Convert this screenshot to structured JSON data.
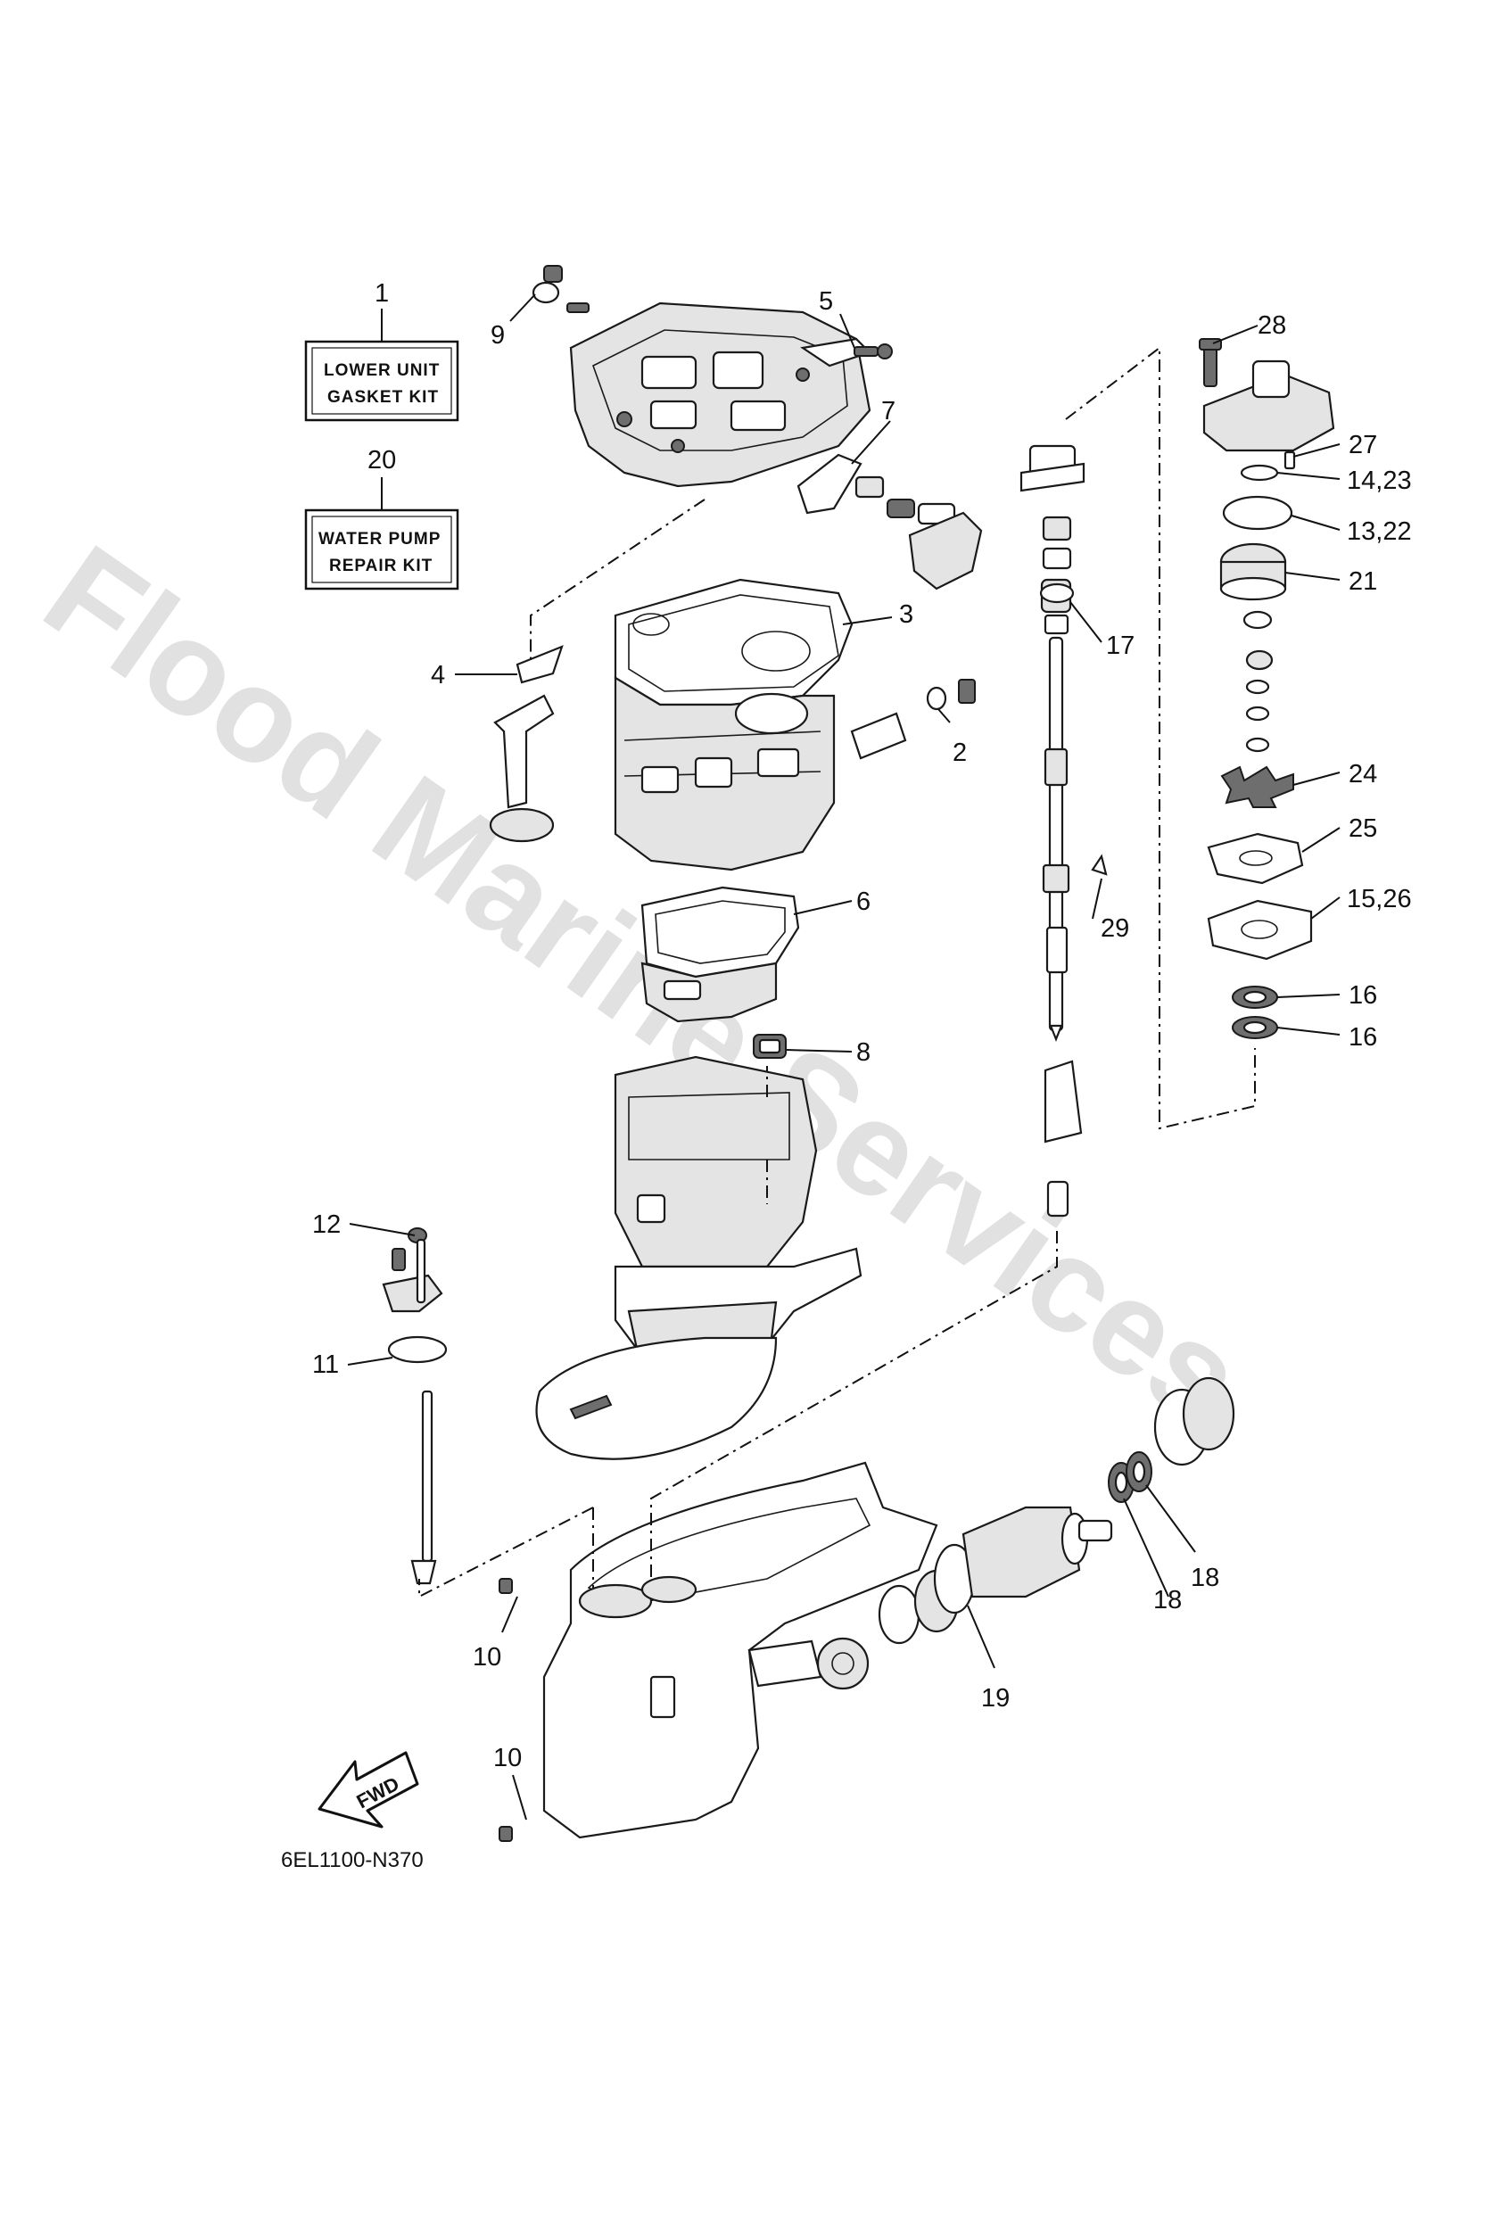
{
  "watermark": "Flood Marine Services",
  "diagram_code": "6EL1100-N370",
  "direction_label": "FWD",
  "kits": [
    {
      "ref": "1",
      "line1": "LOWER UNIT",
      "line2": "GASKET KIT"
    },
    {
      "ref": "20",
      "line1": "WATER PUMP",
      "line2": "REPAIR KIT"
    }
  ],
  "callouts": {
    "c2": "2",
    "c3": "3",
    "c4": "4",
    "c5": "5",
    "c6": "6",
    "c7": "7",
    "c8": "8",
    "c9": "9",
    "c10a": "10",
    "c10b": "10",
    "c11": "11",
    "c12": "12",
    "c13_22": "13,22",
    "c14_23": "14,23",
    "c15_26": "15,26",
    "c16a": "16",
    "c16b": "16",
    "c17": "17",
    "c18a": "18",
    "c18b": "18",
    "c19": "19",
    "c21": "21",
    "c24": "24",
    "c25": "25",
    "c27": "27",
    "c28": "28",
    "c29": "29"
  }
}
